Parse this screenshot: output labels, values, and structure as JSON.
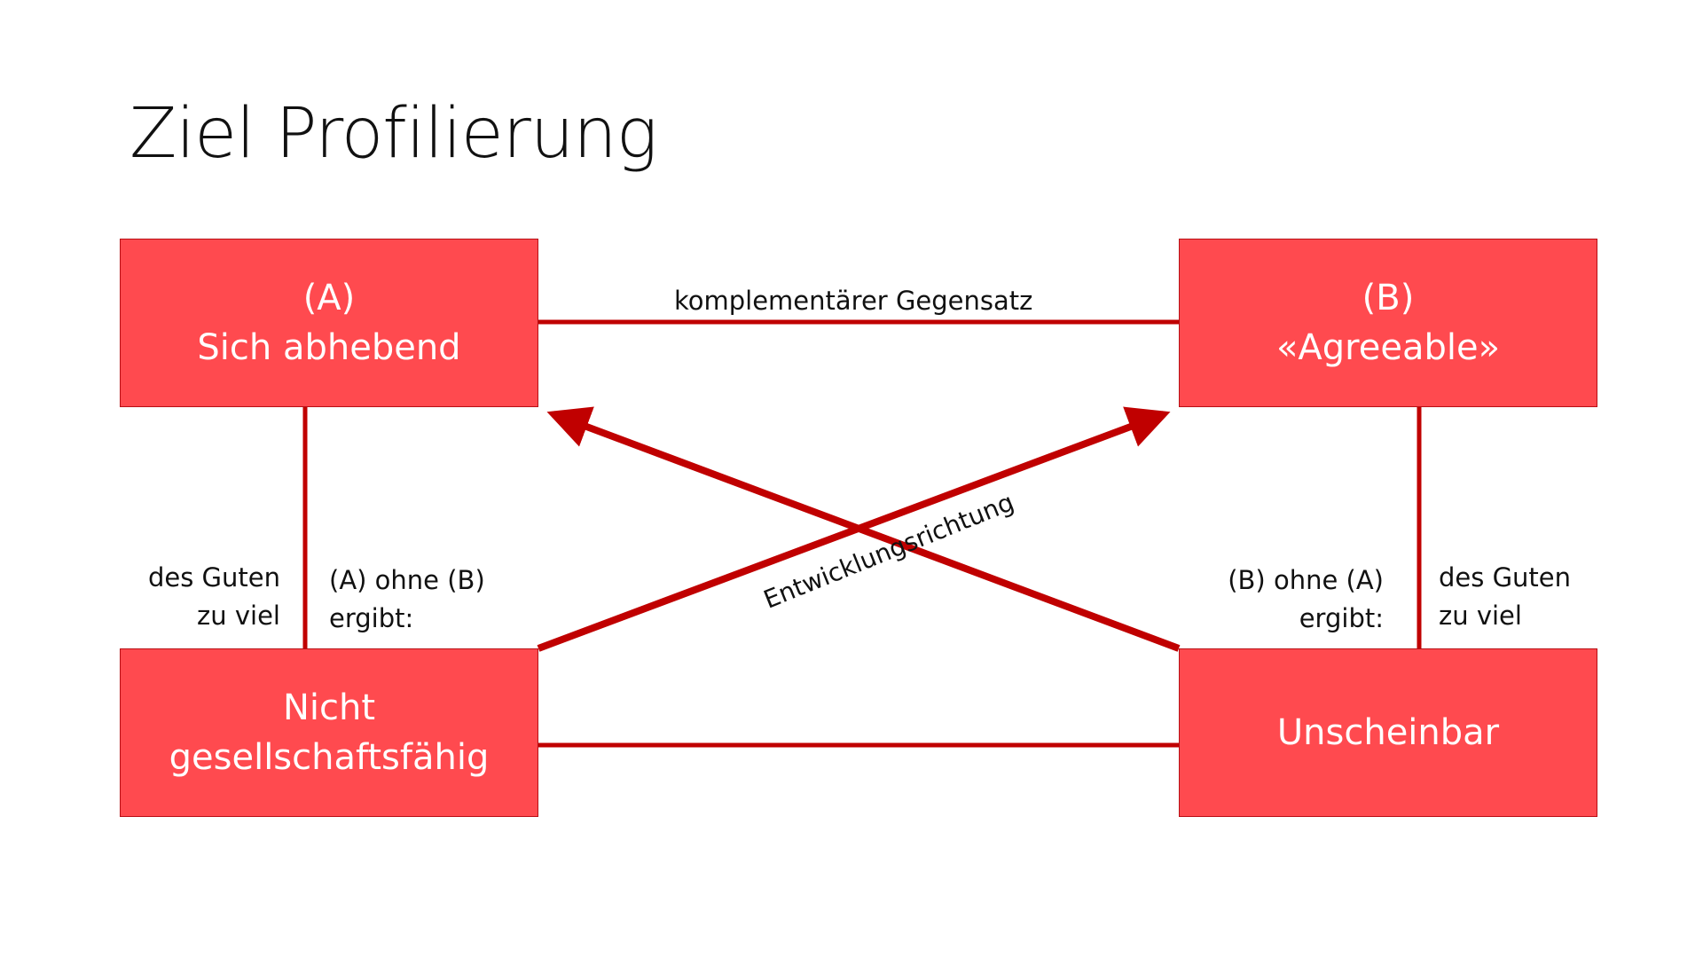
{
  "title": "Ziel Profilierung",
  "colors": {
    "box_fill": "#ff4a4f",
    "box_border": "#b80f15",
    "connector": "#c00000",
    "box_text": "#ffffff"
  },
  "boxes": {
    "a": {
      "line1": "(A)",
      "line2": "Sich abhebend"
    },
    "b": {
      "line1": "(B)",
      "line2": "«Agreeable»"
    },
    "c": {
      "line1": "Nicht",
      "line2": "gesellschaftsfähig"
    },
    "d": {
      "line1": "Unscheinbar"
    }
  },
  "labels": {
    "top_connector": "komplementärer Gegensatz",
    "left_outer": {
      "line1": "des Guten",
      "line2": "zu viel"
    },
    "left_inner": {
      "line1": "(A) ohne (B)",
      "line2": "ergibt:"
    },
    "right_inner": {
      "line1": "(B) ohne (A)",
      "line2": "ergibt:"
    },
    "right_outer": {
      "line1": "des Guten",
      "line2": "zu viel"
    },
    "diagonal": "Entwicklungsrichtung"
  }
}
